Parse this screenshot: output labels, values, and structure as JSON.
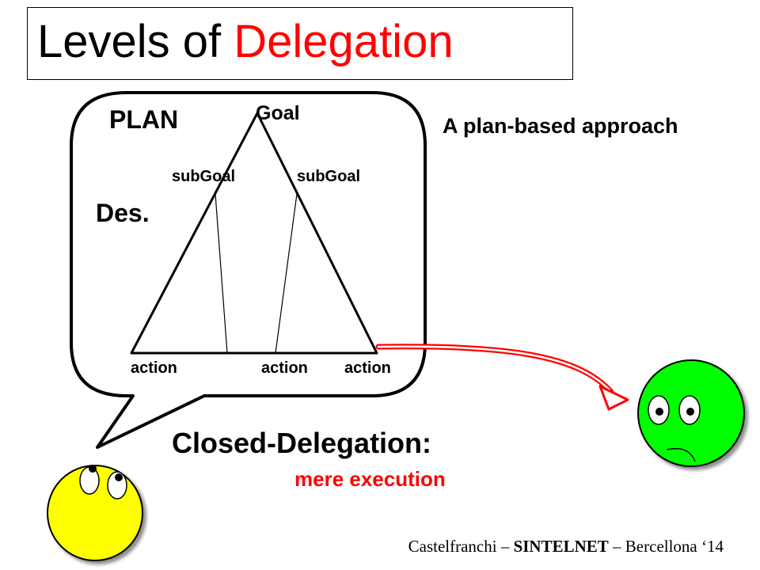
{
  "title": {
    "prefix": "Levels of ",
    "accent": "Delegation",
    "accent_color": "#ff0000"
  },
  "plan": {
    "label": "PLAN",
    "goal": "Goal",
    "subgoal_left": "subGoal",
    "subgoal_right": "subGoal",
    "des": "Des.",
    "actions": [
      "action",
      "action",
      "action"
    ]
  },
  "approach": "A plan-based approach",
  "delegation": {
    "title": "Closed-Delegation:",
    "subtitle": "mere execution",
    "subtitle_color": "#ff0000"
  },
  "agents": {
    "delegator_color": "#ffff00",
    "delegatee_color": "#00ff00"
  },
  "arrow_color": "#ff0000",
  "footer": {
    "author": "Castelfranchi – ",
    "project": "SINTELNET",
    "rest": " – Bercellona ‘14"
  }
}
